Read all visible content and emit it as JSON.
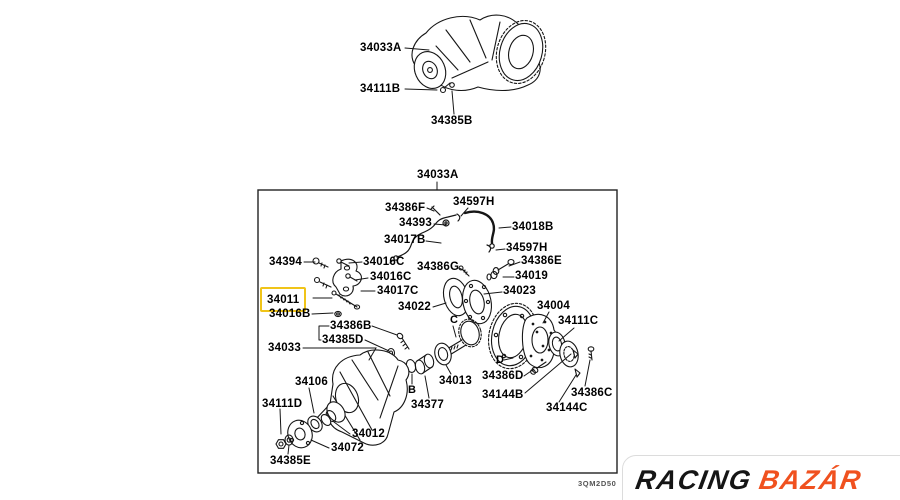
{
  "top_assembly": {
    "labels": [
      {
        "text": "34033A"
      },
      {
        "text": "34111B"
      },
      {
        "text": "34385B"
      }
    ]
  },
  "exploded_box": {
    "header_label": {
      "text": "34033A"
    },
    "plate_code": {
      "text": "3QM2D50"
    },
    "highlight": {
      "part": "34011",
      "box_color": "#F0C419"
    },
    "ref_letters": {
      "b": "B",
      "c": "C",
      "d": "D"
    },
    "labels": [
      {
        "text": "34386F"
      },
      {
        "text": "34597H"
      },
      {
        "text": "34393"
      },
      {
        "text": "34018B"
      },
      {
        "text": "34017B"
      },
      {
        "text": "34597H"
      },
      {
        "text": "34394"
      },
      {
        "text": "34016C"
      },
      {
        "text": "34386G"
      },
      {
        "text": "34386E"
      },
      {
        "text": "34016C"
      },
      {
        "text": "34019"
      },
      {
        "text": "34011"
      },
      {
        "text": "34017C"
      },
      {
        "text": "34023"
      },
      {
        "text": "34016B"
      },
      {
        "text": "34022"
      },
      {
        "text": "34004"
      },
      {
        "text": "34111C"
      },
      {
        "text": "34386B"
      },
      {
        "text": "34385D"
      },
      {
        "text": "34033"
      },
      {
        "text": "34106"
      },
      {
        "text": "34013"
      },
      {
        "text": "34377"
      },
      {
        "text": "34386D"
      },
      {
        "text": "34144B"
      },
      {
        "text": "34386C"
      },
      {
        "text": "34144C"
      },
      {
        "text": "34111D"
      },
      {
        "text": "34012"
      },
      {
        "text": "34072"
      },
      {
        "text": "34385E"
      }
    ]
  },
  "logo": {
    "word1": "RACING",
    "word2": "BAZÁR",
    "word1_color": "#151515",
    "word2_color": "#F0511F"
  }
}
